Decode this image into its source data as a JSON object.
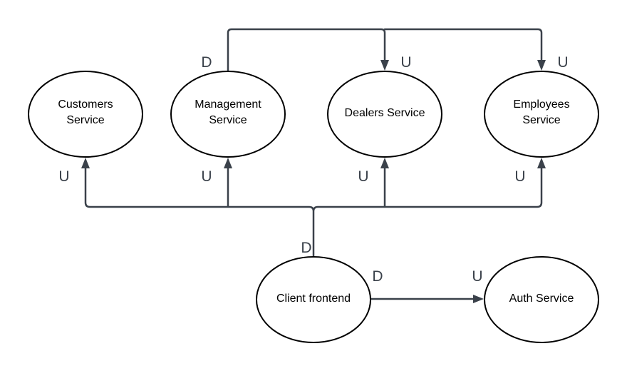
{
  "nodes": {
    "customers": {
      "lines": [
        "Customers",
        "Service"
      ]
    },
    "management": {
      "lines": [
        "Management",
        "Service"
      ]
    },
    "dealers": {
      "lines": [
        "Dealers Service"
      ]
    },
    "employees": {
      "lines": [
        "Employees",
        "Service"
      ]
    },
    "client": {
      "lines": [
        "Client frontend"
      ]
    },
    "auth": {
      "lines": [
        "Auth Service"
      ]
    }
  },
  "marks": {
    "management_top": "D",
    "dealers_top": "U",
    "employees_top": "U",
    "customers_bottom": "U",
    "management_bottom": "U",
    "dealers_bottom": "U",
    "employees_bottom": "U",
    "client_top": "D",
    "client_right": "D",
    "auth_left": "U"
  },
  "colors": {
    "edge": "#3a414a",
    "node_stroke": "#000000",
    "text": "#000000"
  }
}
